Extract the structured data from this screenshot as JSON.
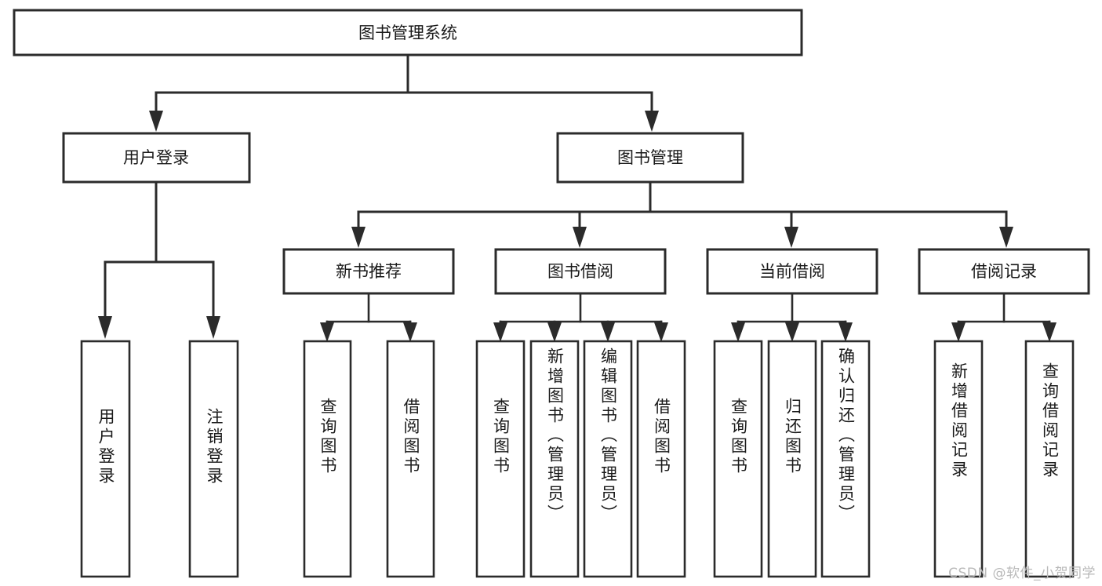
{
  "diagram": {
    "title": "图书管理系统",
    "type": "tree-hierarchy-diagram",
    "orientation": "top-down",
    "colors": {
      "box_fill": "#ffffff",
      "box_stroke": "#2b2b2b",
      "text": "#1a1a1a",
      "background": "#ffffff",
      "watermark": "#b9b9b9"
    },
    "root": {
      "label": "图书管理系统"
    },
    "level2": [
      {
        "id": "user-login",
        "label": "用户登录"
      },
      {
        "id": "book-management",
        "label": "图书管理"
      }
    ],
    "level3": [
      {
        "id": "new-book-recommend",
        "label": "新书推荐",
        "parent": "book-management"
      },
      {
        "id": "book-borrow",
        "label": "图书借阅",
        "parent": "book-management"
      },
      {
        "id": "current-borrow",
        "label": "当前借阅",
        "parent": "book-management"
      },
      {
        "id": "borrow-record",
        "label": "借阅记录",
        "parent": "book-management"
      }
    ],
    "leaves": [
      {
        "id": "leaf-user-login",
        "label": "用户登录",
        "parent": "user-login"
      },
      {
        "id": "leaf-logout-login",
        "label": "注销登录",
        "parent": "user-login"
      },
      {
        "id": "leaf-query-book-1",
        "label": "查询图书",
        "parent": "new-book-recommend"
      },
      {
        "id": "leaf-borrow-book-1",
        "label": "借阅图书",
        "parent": "new-book-recommend"
      },
      {
        "id": "leaf-query-book-2",
        "label": "查询图书",
        "parent": "book-borrow"
      },
      {
        "id": "leaf-add-book",
        "label": "新增图书（管理员）",
        "parent": "book-borrow"
      },
      {
        "id": "leaf-edit-book",
        "label": "编辑图书（管理员）",
        "parent": "book-borrow"
      },
      {
        "id": "leaf-borrow-book-2",
        "label": "借阅图书",
        "parent": "book-borrow"
      },
      {
        "id": "leaf-query-book-3",
        "label": "查询图书",
        "parent": "current-borrow"
      },
      {
        "id": "leaf-return-book",
        "label": "归还图书",
        "parent": "current-borrow"
      },
      {
        "id": "leaf-confirm-return",
        "label": "确认归还（管理员）",
        "parent": "current-borrow"
      },
      {
        "id": "leaf-add-record",
        "label": "新增借阅记录",
        "parent": "borrow-record"
      },
      {
        "id": "leaf-query-record",
        "label": "查询借阅记录",
        "parent": "borrow-record"
      }
    ],
    "watermark": "CSDN @软件_小贺同学"
  }
}
